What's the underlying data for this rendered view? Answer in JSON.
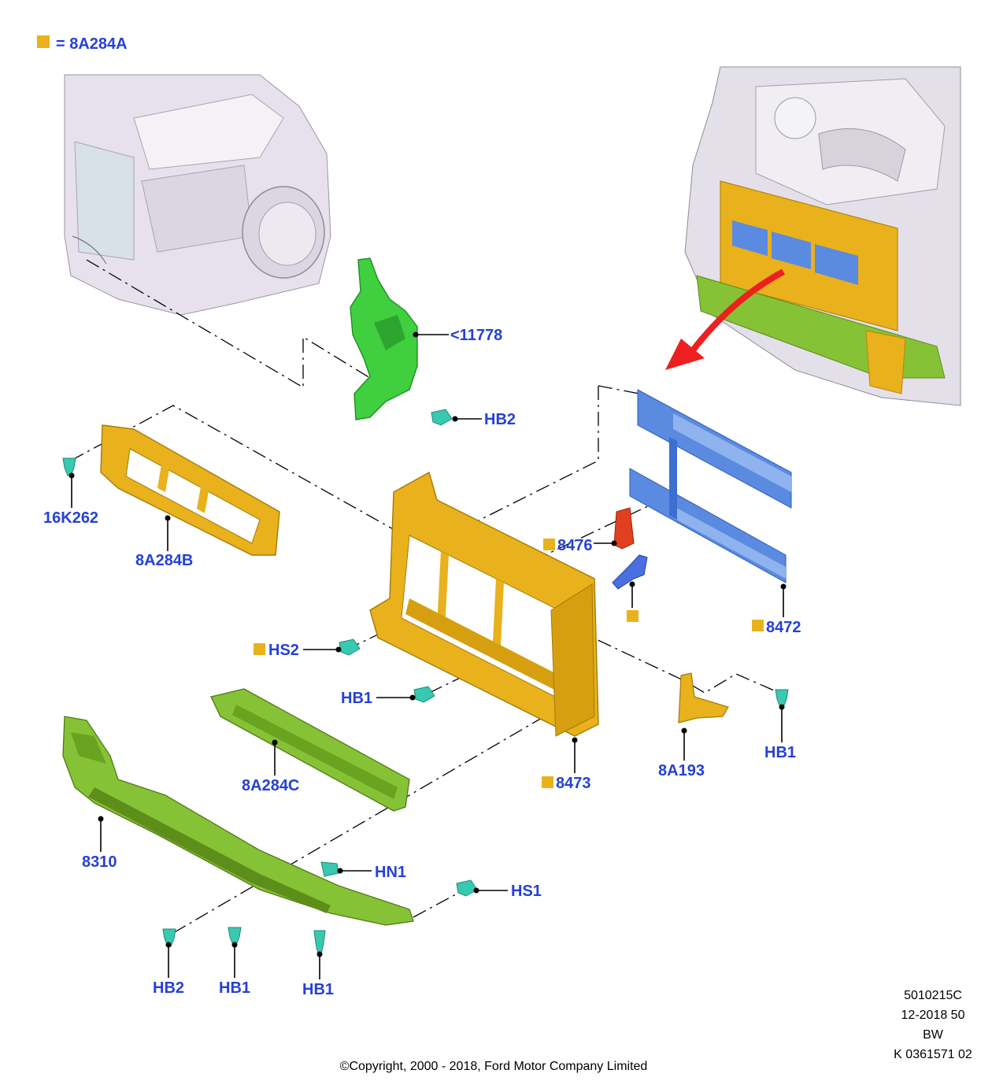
{
  "legend": {
    "swatch_color": "#e9b11b",
    "text": "= 8A284A"
  },
  "colors": {
    "accent_blue_text": "#2540d8",
    "yellow_part": "#e9b11b",
    "green_part": "#3fcf3f",
    "olive_part": "#86c235",
    "blue_part": "#5a8be0",
    "red_part": "#e0401f",
    "teal_fastener": "#38c9b0",
    "red_arrow": "#ee1f1f"
  },
  "labels": {
    "p11778": "<11778",
    "hb2_top": "HB2",
    "p16k262": "16K262",
    "p8a284b": "8A284B",
    "p8476": "8476",
    "p8472": "8472",
    "hs2": "HS2",
    "hb1_mid": "HB1",
    "p8473": "8473",
    "p8a193": "8A193",
    "hb1_right": "HB1",
    "p8a284c": "8A284C",
    "p8310": "8310",
    "hn1": "HN1",
    "hs1": "HS1",
    "hb2_bottom": "HB2",
    "hb1_bottom_a": "HB1",
    "hb1_bottom_b": "HB1"
  },
  "footer": {
    "ref1": "5010215C",
    "ref2": "12-2018 50",
    "ref3": "BW",
    "ref4": "K 0361571 02",
    "copyright": "©Copyright, 2000 - 2018, Ford Motor Company Limited"
  }
}
